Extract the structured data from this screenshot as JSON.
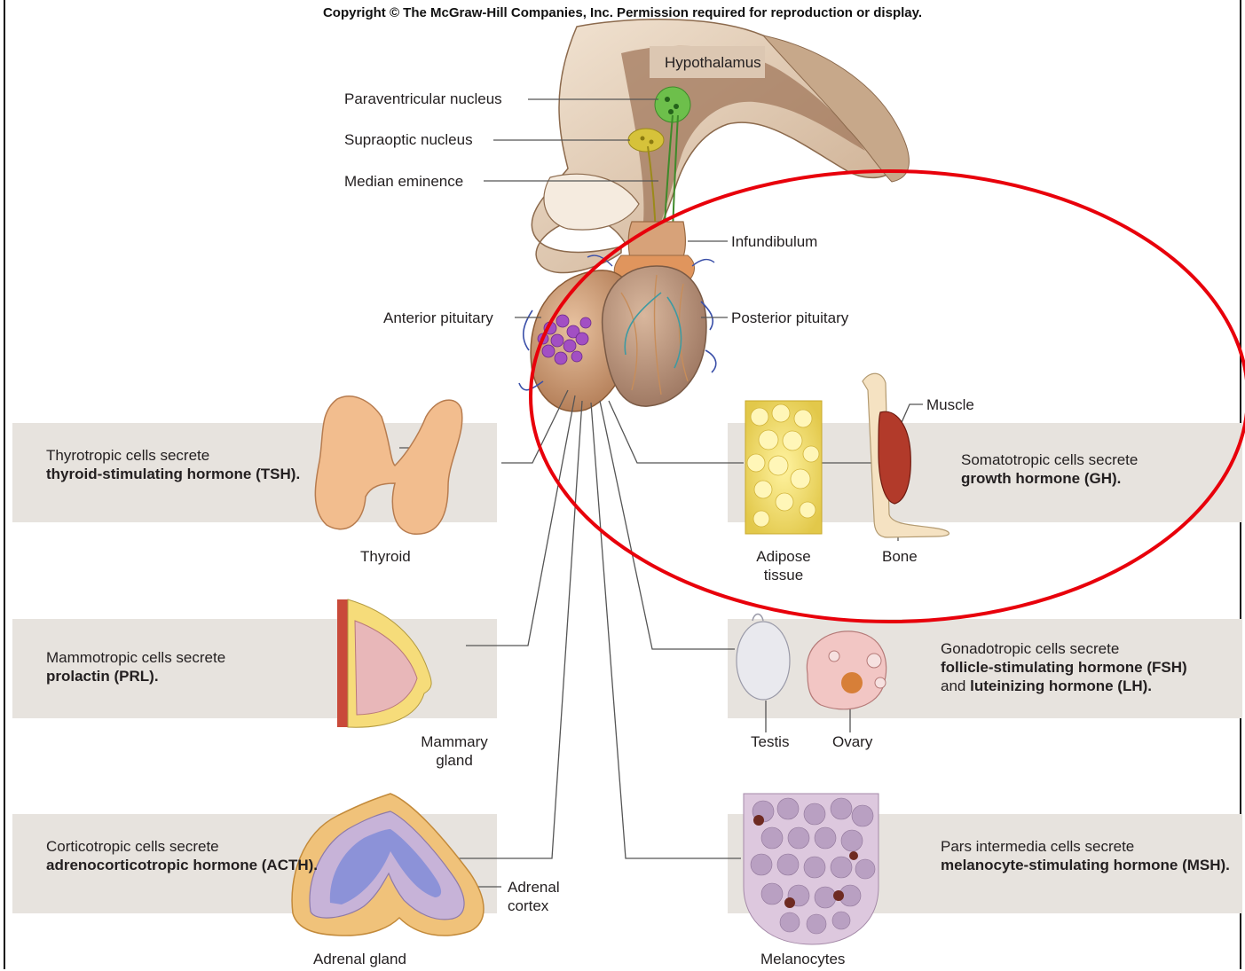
{
  "copyright": "Copyright © The McGraw-Hill Companies, Inc. Permission required for reproduction or display.",
  "labels": {
    "hypothalamus": "Hypothalamus",
    "paraventricular": "Paraventricular nucleus",
    "supraoptic": "Supraoptic nucleus",
    "median_eminence": "Median eminence",
    "infundibulum": "Infundibulum",
    "anterior_pituitary": "Anterior pituitary",
    "posterior_pituitary": "Posterior pituitary",
    "muscle": "Muscle",
    "thyroid": "Thyroid",
    "adipose_1": "Adipose",
    "adipose_2": "tissue",
    "bone": "Bone",
    "mammary_1": "Mammary",
    "mammary_2": "gland",
    "testis": "Testis",
    "ovary": "Ovary",
    "adrenal_cortex_1": "Adrenal",
    "adrenal_cortex_2": "cortex",
    "adrenal_gland": "Adrenal gland",
    "melanocytes": "Melanocytes"
  },
  "boxes": {
    "tsh": {
      "line1": "Thyrotropic cells secrete",
      "line2": "thyroid-stimulating hormone",
      "line3": "(TSH)."
    },
    "gh": {
      "line1": "Somatotropic cells secrete",
      "line2": "growth hormone (GH)."
    },
    "prl": {
      "line1": "Mammotropic cells secrete",
      "line2": "prolactin (PRL)."
    },
    "fsh": {
      "line1": "Gonadotropic cells secrete",
      "line2": "follicle-stimulating hormone (FSH)",
      "line3a": "and ",
      "line3b": "luteinizing hormone (LH)."
    },
    "acth": {
      "line1": "Corticotropic cells secrete",
      "line2": "adrenocorticotropic",
      "line3": "hormone (ACTH)."
    },
    "msh": {
      "line1": "Pars intermedia cells secrete",
      "line2": "melanocyte-stimulating hormone",
      "line3": "(MSH)."
    }
  },
  "colors": {
    "box_bg": "#e7e3de",
    "hypothalamus_tan": "#c7a88a",
    "highlight_circle": "#e8000b",
    "neurons_green": "#6dbf4b",
    "supraoptic_yellow": "#d6c23a"
  }
}
